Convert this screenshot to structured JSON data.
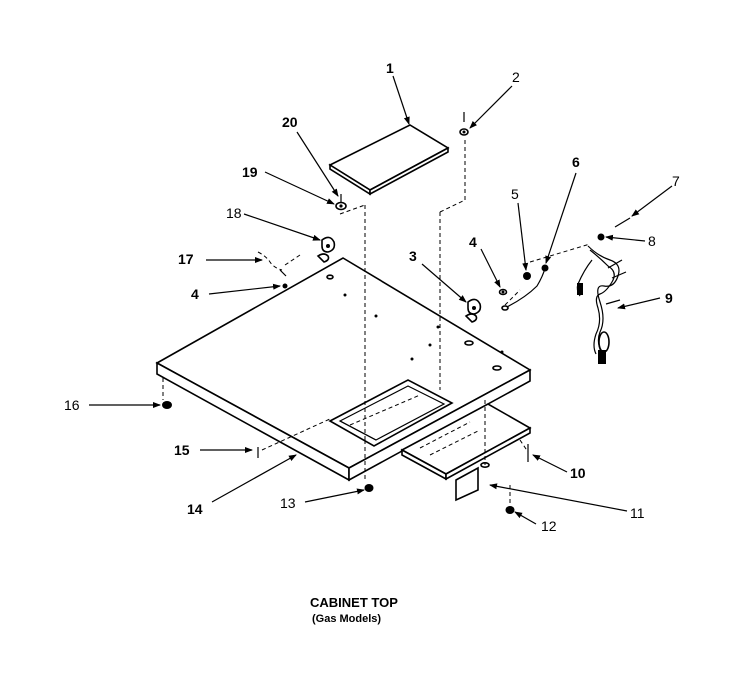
{
  "caption": {
    "title": "CABINET TOP",
    "subtitle": "(Gas Models)"
  },
  "callouts": [
    {
      "id": "1",
      "text": "1"
    },
    {
      "id": "2",
      "text": "2"
    },
    {
      "id": "3",
      "text": "3"
    },
    {
      "id": "4a",
      "text": "4"
    },
    {
      "id": "4b",
      "text": "4"
    },
    {
      "id": "5",
      "text": "5"
    },
    {
      "id": "6",
      "text": "6"
    },
    {
      "id": "7",
      "text": "7"
    },
    {
      "id": "8",
      "text": "8"
    },
    {
      "id": "9",
      "text": "9"
    },
    {
      "id": "10",
      "text": "10"
    },
    {
      "id": "11",
      "text": "11"
    },
    {
      "id": "12",
      "text": "12"
    },
    {
      "id": "13",
      "text": "13"
    },
    {
      "id": "14",
      "text": "14"
    },
    {
      "id": "15",
      "text": "15"
    },
    {
      "id": "16",
      "text": "16"
    },
    {
      "id": "17",
      "text": "17"
    },
    {
      "id": "18",
      "text": "18"
    },
    {
      "id": "19",
      "text": "19"
    },
    {
      "id": "20",
      "text": "20"
    }
  ]
}
